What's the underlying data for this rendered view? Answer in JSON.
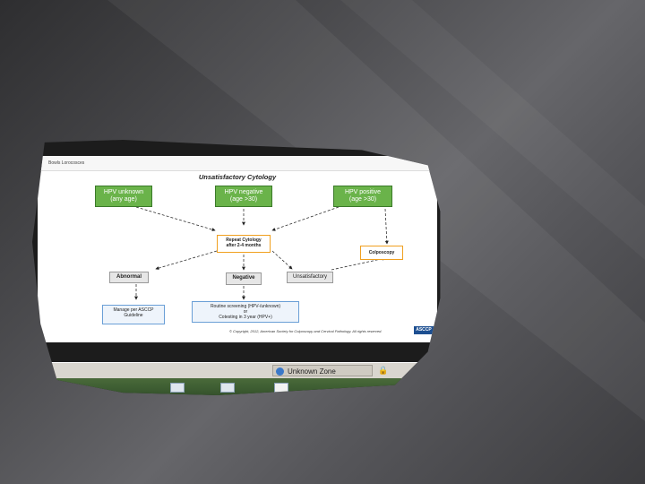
{
  "document": {
    "header_text": "Bowls Lorocosces",
    "title": "Unsatisfactory Cytology",
    "nodes": {
      "hpv_unknown": [
        "HPV unknown",
        "(any age)"
      ],
      "hpv_negative": [
        "HPV negative",
        "(age >30)"
      ],
      "hpv_positive": [
        "HPV positive",
        "(age >30)"
      ],
      "repeat_cytology": [
        "Repeat Cytology",
        "after 2-4 months"
      ],
      "colposcopy": "Colposcopy",
      "abnormal": "Abnormal",
      "negative": "Negative",
      "unsatisfactory": "Unsatisfactory",
      "manage": [
        "Manage per ASCCP",
        "Guideline"
      ],
      "routine": [
        "Routine screening (HPV-/unknown)",
        "or",
        "Cotesting in 3 year (HPV+)"
      ]
    },
    "copyright": "© Copyright, 2012, American Society for Colposcopy and Cervical Pathology. All rights reserved.",
    "logo": "ASCCP"
  },
  "status_bar": {
    "zone_label": "Unknown Zone"
  },
  "colors": {
    "green_box": "#6ab34a",
    "orange_border": "#f0a020",
    "blue_box": "#6a9fd6"
  }
}
